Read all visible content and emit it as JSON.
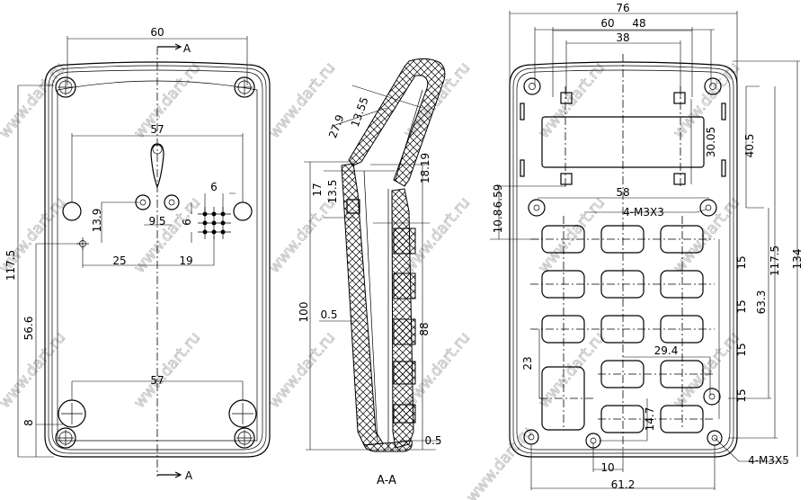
{
  "watermark": "www.dart.ru",
  "section_marker": "A",
  "section_title": "A-A",
  "back_view": {
    "dims": {
      "width_holes": "60",
      "hole_span_top": "57",
      "grid_pitch_h": "6",
      "grid_pitch_v": "6",
      "small_hole_offset": "13.9",
      "center_holes": "9.5",
      "left_offset": "25",
      "right_offset": "19",
      "height_holes": "117.5",
      "lower_offset": "56.6",
      "hole_span_bottom": "57",
      "bottom_offset": "8"
    }
  },
  "section_view": {
    "dims": {
      "slope_len": "27.9",
      "slope_inner": "13.55",
      "top_height": "18.19",
      "step_outer": "17",
      "step_inner": "13.5",
      "total_height": "100",
      "wall_front": "0.5",
      "inner_height": "88",
      "wall_bottom": "0.5"
    }
  },
  "front_view": {
    "dims": {
      "overall_width": "76",
      "holes_width_a": "60",
      "holes_width_b": "48",
      "clip_width": "38",
      "display_height": "30.05",
      "display_offset": "40.5",
      "clip_offset": "6.59",
      "boss_offset": "10.8",
      "boss_span": "58",
      "boss_thread": "4-M3X3",
      "key_pitch_1": "15",
      "key_pitch_2": "15",
      "key_pitch_3": "15",
      "key_pitch_4": "15",
      "height_holes": "117.5",
      "overall_height": "134",
      "keys_height": "63.3",
      "key_span": "29.4",
      "big_key": "23",
      "key_offset": "14.7",
      "corner_thread": "4-M3X5",
      "bottom_boss_offset": "10",
      "bottom_span": "61.2"
    }
  }
}
